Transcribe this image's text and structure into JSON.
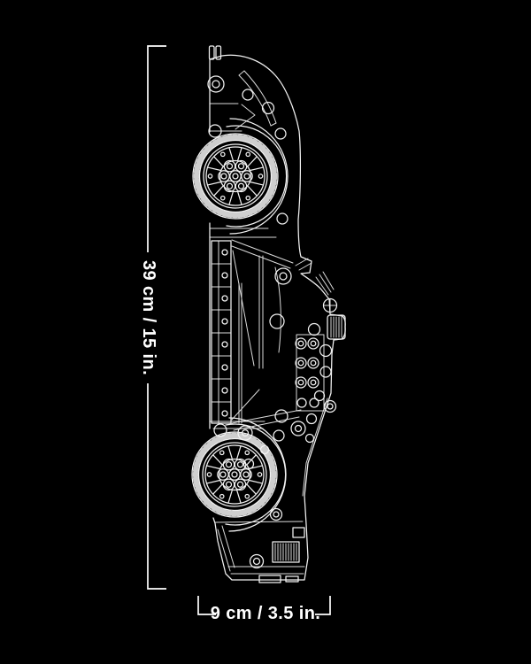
{
  "canvas": {
    "background_color": "#000000",
    "line_color": "#ffffff",
    "car_line_color": "#f2f2f2"
  },
  "diagram": {
    "subject": "technic-car-side-view-line-drawing-vertical",
    "length_dimension": {
      "label": "39 cm / 15 in."
    },
    "height_dimension": {
      "label": "9 cm / 3.5 in."
    }
  }
}
